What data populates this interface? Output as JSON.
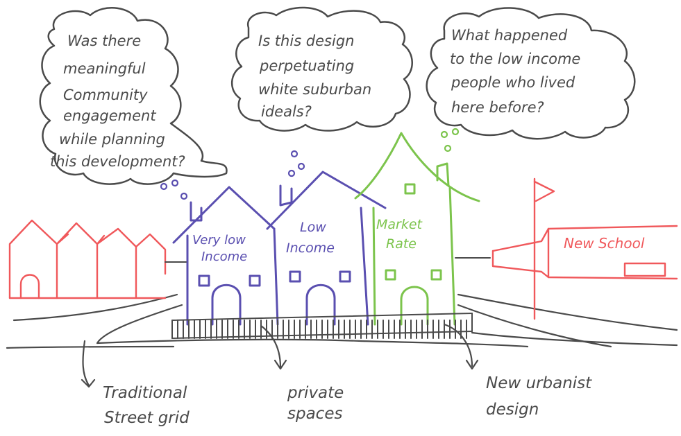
{
  "bubbles": {
    "left": [
      "Was there",
      "meaningful",
      "Community",
      "engagement",
      "while planning",
      "this development?"
    ],
    "middle": [
      "Is this design",
      "perpetuating",
      "white suburban",
      "ideals?"
    ],
    "right": [
      "What happened",
      "to the low income",
      "people who lived",
      "here before?"
    ]
  },
  "houses": {
    "very_low": [
      "Very low",
      "Income"
    ],
    "low": [
      "Low",
      "Income"
    ],
    "market": [
      "Market",
      "Rate"
    ]
  },
  "school": {
    "label": "New School"
  },
  "captions": {
    "grid": [
      "Traditional",
      "Street grid"
    ],
    "private": [
      "private",
      "spaces"
    ],
    "urbanist": [
      "New urbanist",
      "design"
    ]
  },
  "colors": {
    "ink": "#4a4a4a",
    "purple": "#5a4fb0",
    "green": "#7cc44c",
    "red": "#f0585b"
  }
}
